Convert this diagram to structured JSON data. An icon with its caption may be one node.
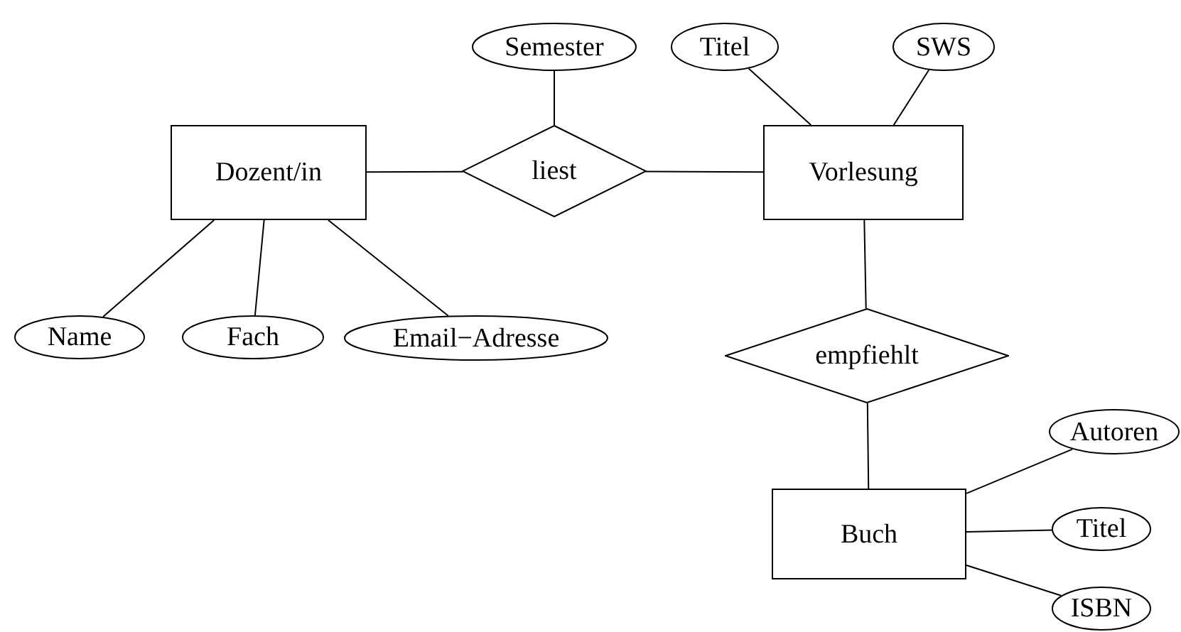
{
  "diagram": {
    "nodes": [
      {
        "text": [
          "Semester"
        ]
      },
      {
        "text": [
          "Titel"
        ]
      },
      {
        "text": [
          "SWS"
        ]
      },
      {
        "text": [
          "Dozent/in"
        ]
      },
      {
        "text": [
          "liest"
        ]
      },
      {
        "text": [
          "Vorlesung"
        ]
      },
      {
        "text": [
          "Name"
        ]
      },
      {
        "text": [
          "Fach"
        ]
      },
      {
        "text": [
          "Email−Adresse"
        ]
      },
      {
        "text": [
          "empfiehlt"
        ]
      },
      {
        "text": [
          "Autoren"
        ]
      },
      {
        "text": [
          "Buch"
        ]
      },
      {
        "text": [
          "Titel"
        ]
      },
      {
        "text": [
          "ISBN"
        ]
      }
    ],
    "edges": [
      {
        "from": 0,
        "to": 4,
        "arrow": "none"
      },
      {
        "from": 1,
        "to": 5,
        "arrow": "none"
      },
      {
        "from": 2,
        "to": 5,
        "arrow": "none"
      },
      {
        "from": 3,
        "to": 4,
        "arrow": "none"
      },
      {
        "from": 4,
        "to": 5,
        "arrow": "none"
      },
      {
        "from": 3,
        "to": 6,
        "arrow": "none"
      },
      {
        "from": 3,
        "to": 7,
        "arrow": "none"
      },
      {
        "from": 3,
        "to": 8,
        "arrow": "none"
      },
      {
        "from": 5,
        "to": 9,
        "arrow": "none"
      },
      {
        "from": 9,
        "to": 11,
        "arrow": "none"
      },
      {
        "from": 11,
        "to": 10,
        "arrow": "none"
      },
      {
        "from": 11,
        "to": 12,
        "arrow": "none"
      },
      {
        "from": 11,
        "to": 13,
        "arrow": "none"
      }
    ]
  }
}
